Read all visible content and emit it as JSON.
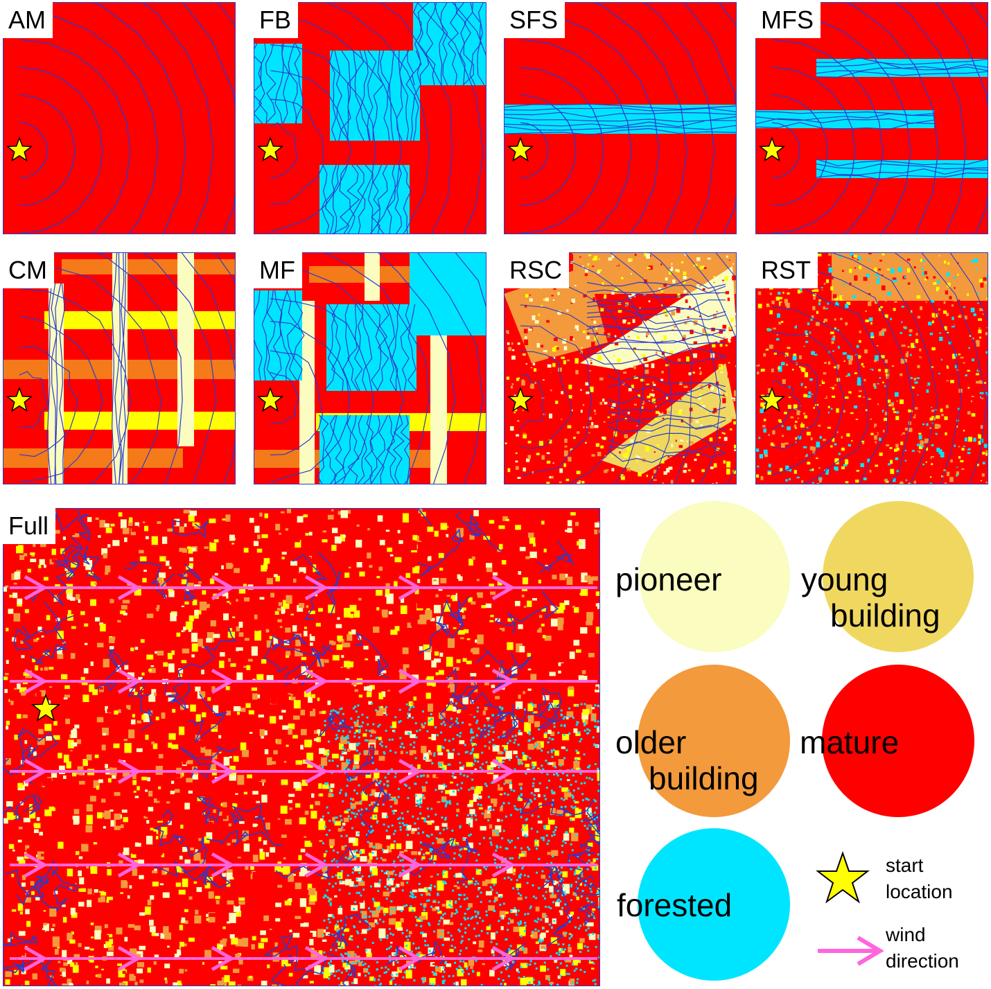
{
  "colors": {
    "mature": "#ff0000",
    "forested": "#00e5ff",
    "pioneer": "#fafcc0",
    "young_building": "#f0d860",
    "older_building": "#f39a3c",
    "strip_orange": "#f47a1a",
    "strip_yellow": "#ffff00",
    "contour": "#2b3acb",
    "wind": "#ff66dd",
    "star": "#ffff00"
  },
  "panels": [
    {
      "id": "AM",
      "label": "AM",
      "type": "rings"
    },
    {
      "id": "FB",
      "label": "FB",
      "type": "forest_block"
    },
    {
      "id": "SFS",
      "label": "SFS",
      "type": "single_strip"
    },
    {
      "id": "MFS",
      "label": "MFS",
      "type": "multi_strip"
    },
    {
      "id": "CM",
      "label": "CM",
      "type": "checker"
    },
    {
      "id": "MF",
      "label": "MF",
      "type": "mixed"
    },
    {
      "id": "RSC",
      "label": "RSC",
      "type": "noisy_clumped"
    },
    {
      "id": "RST",
      "label": "RST",
      "type": "noisy_scattered"
    },
    {
      "id": "Full",
      "label": "Full",
      "type": "full"
    }
  ],
  "legend": {
    "categories": [
      {
        "key": "pioneer",
        "lines": [
          "pioneer"
        ],
        "color": "#fafcc0"
      },
      {
        "key": "young-building",
        "lines": [
          "young",
          "building"
        ],
        "color": "#f0d860"
      },
      {
        "key": "older-building",
        "lines": [
          "older",
          "building"
        ],
        "color": "#f39a3c"
      },
      {
        "key": "mature",
        "lines": [
          "mature"
        ],
        "color": "#ff0000"
      },
      {
        "key": "forested",
        "lines": [
          "forested"
        ],
        "color": "#00e5ff"
      }
    ],
    "start_location": [
      "start",
      "location"
    ],
    "wind_direction": [
      "wind",
      "direction"
    ]
  }
}
